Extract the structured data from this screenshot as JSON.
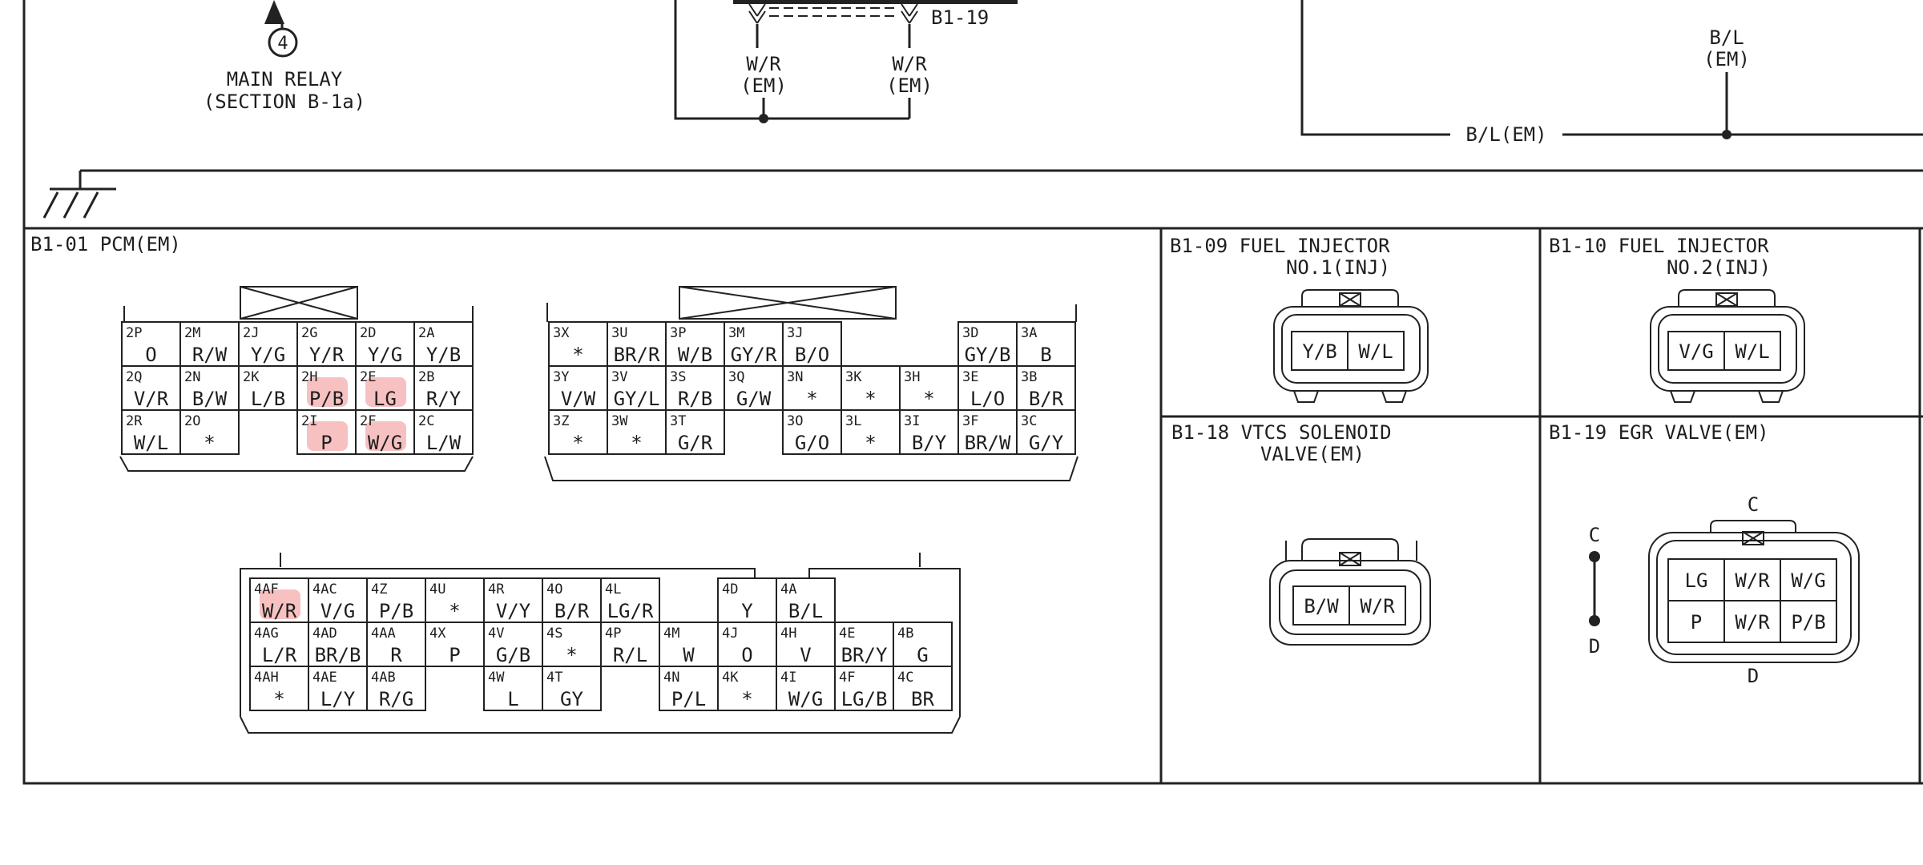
{
  "top": {
    "main_relay": {
      "number": "4",
      "title": "MAIN RELAY",
      "section": "(SECTION B-1a)"
    },
    "egr_wires": {
      "connector": "B1-19",
      "wire_a": "W/R",
      "wire_a_sub": "(EM)",
      "wire_b": "W/R",
      "wire_b_sub": "(EM)"
    },
    "bl_wires": {
      "vertical": "B/L",
      "vertical_sub": "(EM)",
      "horizontal": "B/L(EM)"
    }
  },
  "panels": {
    "pcm": {
      "title": "B1-01 PCM(EM)",
      "connector2": [
        [
          [
            "2P",
            "O"
          ],
          [
            "2M",
            "R/W"
          ],
          [
            "2J",
            "Y/G"
          ],
          [
            "2G",
            "Y/R"
          ],
          [
            "2D",
            "Y/G"
          ],
          [
            "2A",
            "Y/B"
          ]
        ],
        [
          [
            "2Q",
            "V/R"
          ],
          [
            "2N",
            "B/W"
          ],
          [
            "2K",
            "L/B"
          ],
          [
            "2H",
            "P/B"
          ],
          [
            "2E",
            "LG"
          ],
          [
            "2B",
            "R/Y"
          ]
        ],
        [
          [
            "2R",
            "W/L"
          ],
          [
            "2O",
            "*"
          ],
          null,
          [
            "2I",
            "P"
          ],
          [
            "2F",
            "W/G"
          ],
          [
            "2C",
            "L/W"
          ]
        ]
      ],
      "connector3": [
        [
          [
            "3X",
            "*"
          ],
          [
            "3U",
            "BR/R"
          ],
          [
            "3P",
            "W/B"
          ],
          [
            "3M",
            "GY/R"
          ],
          [
            "3J",
            "B/O"
          ],
          null,
          null,
          [
            "3D",
            "GY/B"
          ],
          [
            "3A",
            "B"
          ]
        ],
        [
          [
            "3Y",
            "V/W"
          ],
          [
            "3V",
            "GY/L"
          ],
          [
            "3S",
            "R/B"
          ],
          [
            "3Q",
            "G/W"
          ],
          [
            "3N",
            "*"
          ],
          [
            "3K",
            "*"
          ],
          [
            "3H",
            "*"
          ],
          [
            "3E",
            "L/O"
          ],
          [
            "3B",
            "B/R"
          ]
        ],
        [
          [
            "3Z",
            "*"
          ],
          [
            "3W",
            "*"
          ],
          [
            "3T",
            "G/R"
          ],
          null,
          [
            "3O",
            "G/O"
          ],
          [
            "3L",
            "*"
          ],
          [
            "3I",
            "B/Y"
          ],
          [
            "3F",
            "BR/W"
          ],
          [
            "3C",
            "G/Y"
          ]
        ]
      ],
      "connector4": [
        [
          [
            "4AF",
            "W/R"
          ],
          [
            "4AC",
            "V/G"
          ],
          [
            "4Z",
            "P/B"
          ],
          [
            "4U",
            "*"
          ],
          [
            "4R",
            "V/Y"
          ],
          [
            "4O",
            "B/R"
          ],
          [
            "4L",
            "LG/R"
          ],
          null,
          [
            "4D",
            "Y"
          ],
          [
            "4A",
            "B/L"
          ]
        ],
        [
          [
            "4AG",
            "L/R"
          ],
          [
            "4AD",
            "BR/B"
          ],
          [
            "4AA",
            "R"
          ],
          [
            "4X",
            "P"
          ],
          [
            "4V",
            "G/B"
          ],
          [
            "4S",
            "*"
          ],
          [
            "4P",
            "R/L"
          ],
          [
            "4M",
            "W"
          ],
          [
            "4J",
            "O"
          ],
          [
            "4H",
            "V"
          ],
          [
            "4E",
            "BR/Y"
          ],
          [
            "4B",
            "G"
          ]
        ],
        [
          [
            "4AH",
            "*"
          ],
          [
            "4AE",
            "L/Y"
          ],
          [
            "4AB",
            "R/G"
          ],
          null,
          [
            "4W",
            "L"
          ],
          [
            "4T",
            "GY"
          ],
          null,
          [
            "4N",
            "P/L"
          ],
          [
            "4K",
            "*"
          ],
          [
            "4I",
            "W/G"
          ],
          [
            "4F",
            "LG/B"
          ],
          [
            "4C",
            "BR"
          ]
        ]
      ]
    },
    "inj1": {
      "title": "B1-09 FUEL INJECTOR",
      "subtitle": "NO.1(INJ)",
      "pins": [
        "Y/B",
        "W/L"
      ]
    },
    "inj2": {
      "title": "B1-10 FUEL INJECTOR",
      "subtitle": "NO.2(INJ)",
      "pins": [
        "V/G",
        "W/L"
      ]
    },
    "vtcs": {
      "title": "B1-18 VTCS SOLENOID",
      "subtitle": "VALVE(EM)",
      "pins": [
        "B/W",
        "W/R"
      ]
    },
    "egr": {
      "title": "B1-19 EGR VALVE(EM)",
      "pins_top": [
        "LG",
        "W/R",
        "W/G"
      ],
      "pins_bottom": [
        "P",
        "W/R",
        "P/B"
      ],
      "label_c": "C",
      "label_d": "D",
      "legend_c": "C",
      "legend_d": "D"
    }
  },
  "highlight_color": "#f08e8e"
}
